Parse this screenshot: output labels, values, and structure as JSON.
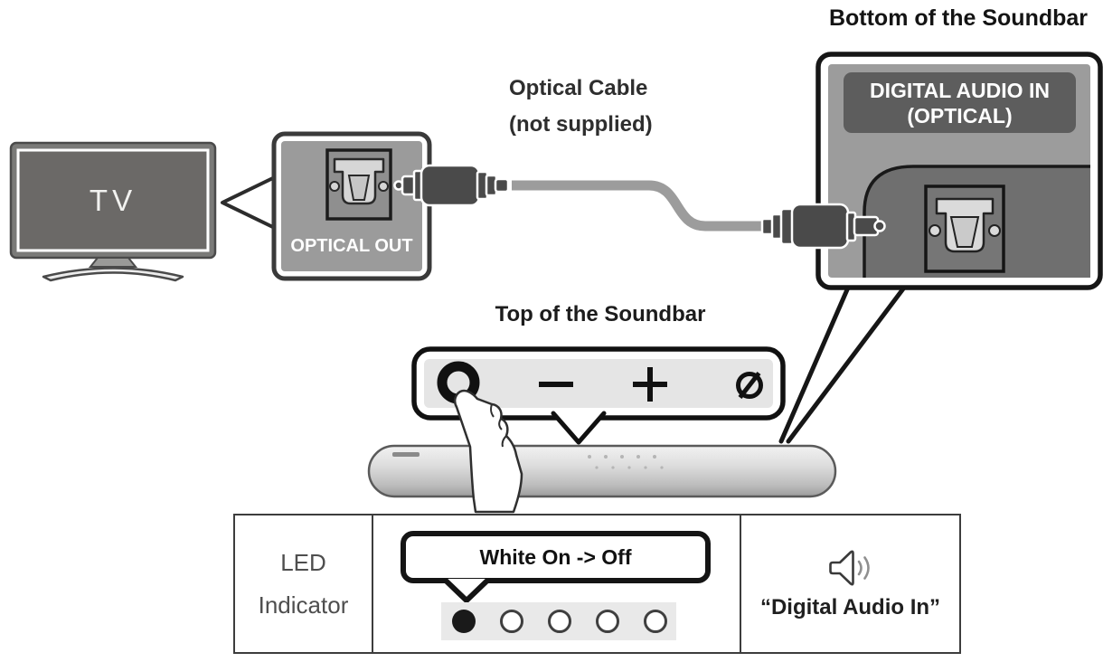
{
  "title_labels": {
    "bottom_of_soundbar": "Bottom of the Soundbar",
    "optical_cable": "Optical Cable",
    "optical_cable_note": "(not supplied)",
    "top_of_soundbar": "Top of the Soundbar"
  },
  "tv": {
    "label": "TV",
    "port_label": "OPTICAL OUT"
  },
  "soundbar_bottom_panel": {
    "port_label_line1": "DIGITAL AUDIO IN",
    "port_label_line2": "(OPTICAL)"
  },
  "soundbar_top_panel": {
    "buttons": [
      {
        "name": "multi-function-button",
        "glyph": "ring"
      },
      {
        "name": "volume-down-button",
        "glyph": "minus"
      },
      {
        "name": "volume-up-button",
        "glyph": "plus"
      },
      {
        "name": "mic-on-off-button",
        "glyph": "slashed-circle"
      }
    ]
  },
  "status_table": {
    "row_header_line1": "LED",
    "row_header_line2": "Indicator",
    "led_state_label": "White On -> Off",
    "leds": [
      "on",
      "off",
      "off",
      "off",
      "off"
    ],
    "voice_prompt": "“Digital Audio In”",
    "voice_prompt_icon": "speaker-sound-icon"
  },
  "colors": {
    "panel_gray": "#9c9c9c",
    "dark_label_gray": "#5d5d5d",
    "outline_black": "#161616",
    "cable_gray": "#9c9c9c",
    "connector_gray": "#4a4a4a",
    "control_panel_gray": "#e5e5e5",
    "led_strip_gray": "#e9e9e9",
    "tv_screen_gray": "#6b6967"
  }
}
